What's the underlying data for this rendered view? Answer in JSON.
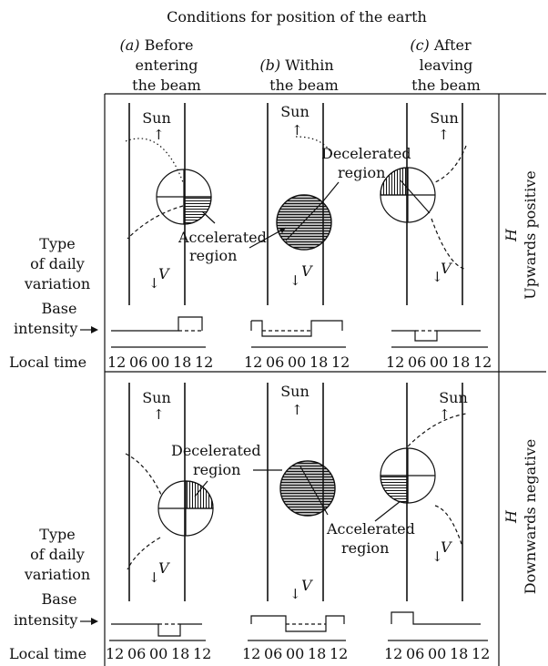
{
  "title": "Conditions for position of the earth",
  "columns": {
    "a": {
      "letter": "(a)",
      "line1": "Before",
      "line2": "entering",
      "line3": "the beam"
    },
    "b": {
      "letter": "(b)",
      "line1": "Within",
      "line2": "the beam"
    },
    "c": {
      "letter": "(c)",
      "line1": "After",
      "line2": "leaving",
      "line3": "the beam"
    }
  },
  "row_labels": {
    "type_line1": "Type",
    "type_line2": "of daily",
    "type_line3": "variation",
    "base_line1": "Base",
    "base_line2": "intensity",
    "local_time": "Local time"
  },
  "panels": {
    "upper": {
      "side_h": "H",
      "side_label": "Upwards positive"
    },
    "lower": {
      "side_h": "H",
      "side_label": "Downwards negative"
    }
  },
  "labels": {
    "sun": "Sun",
    "v": "V",
    "decelerated_1": "Decelerated",
    "decelerated_2": "region",
    "accelerated_1": "Accelerated",
    "accelerated_2": "region"
  },
  "time_ticks": [
    "12",
    "06",
    "00",
    "18",
    "12"
  ]
}
